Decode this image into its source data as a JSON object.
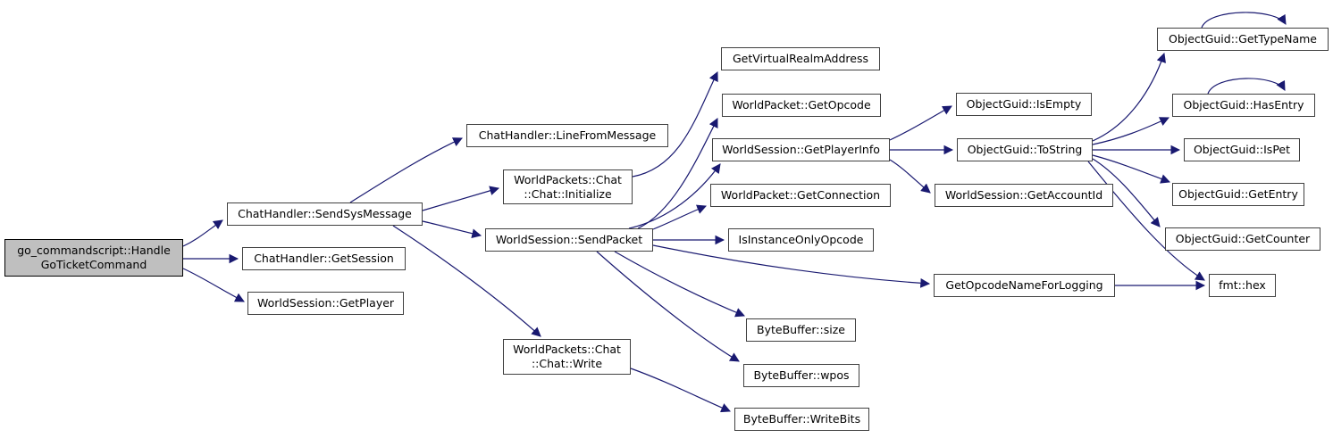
{
  "colors": {
    "edge": "#191970",
    "node-bg": "#ffffff",
    "node-border": "#404040",
    "start-bg": "#bfbfbf",
    "start-border": "#000000",
    "text": "#000000",
    "canvas-bg": "#ffffff"
  },
  "diagram": {
    "type": "call-graph",
    "nodes": [
      {
        "id": "handle-go-ticket-command",
        "label": "go_commandscript::Handle\nGoTicketCommand",
        "start": true
      },
      {
        "id": "send-sys-message",
        "label": "ChatHandler::SendSysMessage"
      },
      {
        "id": "get-session",
        "label": "ChatHandler::GetSession"
      },
      {
        "id": "get-player",
        "label": "WorldSession::GetPlayer"
      },
      {
        "id": "line-from-message",
        "label": "ChatHandler::LineFromMessage"
      },
      {
        "id": "chat-initialize",
        "label": "WorldPackets::Chat\n::Chat::Initialize"
      },
      {
        "id": "send-packet",
        "label": "WorldSession::SendPacket"
      },
      {
        "id": "chat-write",
        "label": "WorldPackets::Chat\n::Chat::Write"
      },
      {
        "id": "get-virtual-realm-address",
        "label": "GetVirtualRealmAddress"
      },
      {
        "id": "get-opcode",
        "label": "WorldPacket::GetOpcode"
      },
      {
        "id": "get-player-info",
        "label": "WorldSession::GetPlayerInfo"
      },
      {
        "id": "get-connection",
        "label": "WorldPacket::GetConnection"
      },
      {
        "id": "is-instance-only-opcode",
        "label": "IsInstanceOnlyOpcode"
      },
      {
        "id": "bytebuffer-size",
        "label": "ByteBuffer::size"
      },
      {
        "id": "bytebuffer-wpos",
        "label": "ByteBuffer::wpos"
      },
      {
        "id": "bytebuffer-writebits",
        "label": "ByteBuffer::WriteBits"
      },
      {
        "id": "is-empty",
        "label": "ObjectGuid::IsEmpty"
      },
      {
        "id": "to-string",
        "label": "ObjectGuid::ToString"
      },
      {
        "id": "get-account-id",
        "label": "WorldSession::GetAccountId"
      },
      {
        "id": "get-opcode-name-for-logging",
        "label": "GetOpcodeNameForLogging"
      },
      {
        "id": "get-type-name",
        "label": "ObjectGuid::GetTypeName"
      },
      {
        "id": "has-entry",
        "label": "ObjectGuid::HasEntry"
      },
      {
        "id": "is-pet",
        "label": "ObjectGuid::IsPet"
      },
      {
        "id": "get-entry",
        "label": "ObjectGuid::GetEntry"
      },
      {
        "id": "get-counter",
        "label": "ObjectGuid::GetCounter"
      },
      {
        "id": "fmt-hex",
        "label": "fmt::hex"
      }
    ],
    "edges": [
      {
        "from": "handle-go-ticket-command",
        "to": "send-sys-message"
      },
      {
        "from": "handle-go-ticket-command",
        "to": "get-session"
      },
      {
        "from": "handle-go-ticket-command",
        "to": "get-player"
      },
      {
        "from": "send-sys-message",
        "to": "line-from-message"
      },
      {
        "from": "send-sys-message",
        "to": "chat-initialize"
      },
      {
        "from": "send-sys-message",
        "to": "send-packet"
      },
      {
        "from": "send-sys-message",
        "to": "chat-write"
      },
      {
        "from": "chat-initialize",
        "to": "get-virtual-realm-address"
      },
      {
        "from": "send-packet",
        "to": "get-opcode"
      },
      {
        "from": "send-packet",
        "to": "get-player-info"
      },
      {
        "from": "send-packet",
        "to": "get-connection"
      },
      {
        "from": "send-packet",
        "to": "is-instance-only-opcode"
      },
      {
        "from": "send-packet",
        "to": "get-opcode-name-for-logging"
      },
      {
        "from": "send-packet",
        "to": "bytebuffer-size"
      },
      {
        "from": "send-packet",
        "to": "bytebuffer-wpos"
      },
      {
        "from": "chat-write",
        "to": "bytebuffer-writebits"
      },
      {
        "from": "get-player-info",
        "to": "is-empty"
      },
      {
        "from": "get-player-info",
        "to": "to-string"
      },
      {
        "from": "get-player-info",
        "to": "get-account-id"
      },
      {
        "from": "to-string",
        "to": "get-type-name"
      },
      {
        "from": "to-string",
        "to": "has-entry"
      },
      {
        "from": "to-string",
        "to": "is-pet"
      },
      {
        "from": "to-string",
        "to": "get-entry"
      },
      {
        "from": "to-string",
        "to": "get-counter"
      },
      {
        "from": "to-string",
        "to": "fmt-hex"
      },
      {
        "from": "get-opcode-name-for-logging",
        "to": "fmt-hex"
      },
      {
        "from": "get-type-name",
        "to": "get-type-name"
      },
      {
        "from": "has-entry",
        "to": "has-entry"
      }
    ]
  }
}
